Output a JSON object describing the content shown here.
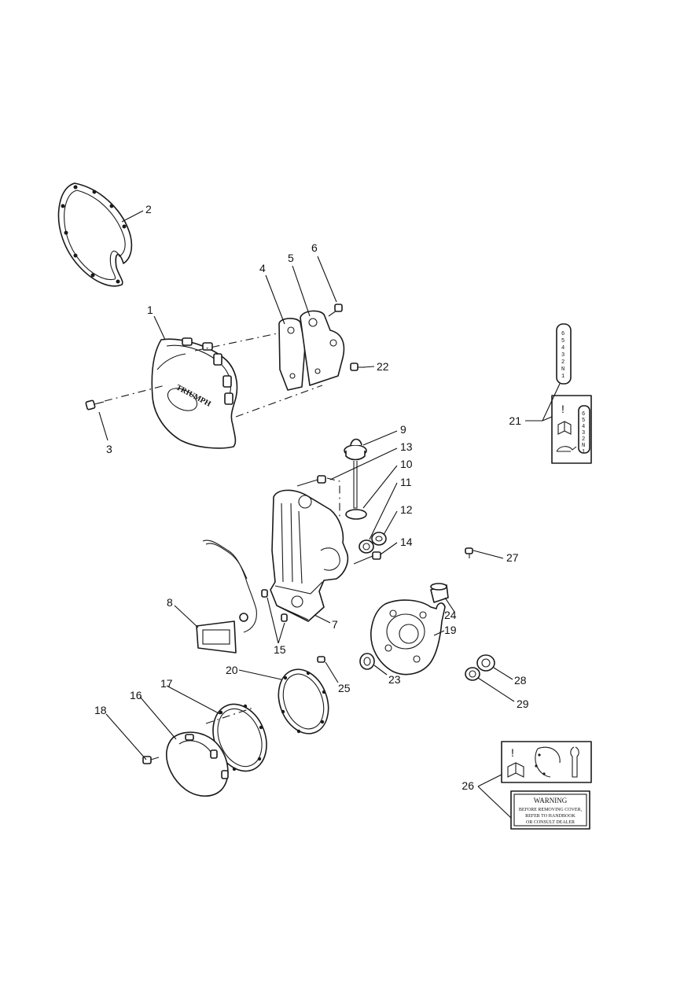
{
  "labels": [
    "1",
    "2",
    "3",
    "4",
    "5",
    "6",
    "7",
    "8",
    "9",
    "10",
    "11",
    "12",
    "13",
    "14",
    "15",
    "16",
    "17",
    "18",
    "19",
    "20",
    "21",
    "22",
    "23",
    "24",
    "25",
    "26",
    "27",
    "28",
    "29"
  ],
  "logo_text": "TRIUMPH",
  "gear_indicator": [
    "6",
    "5",
    "4",
    "3",
    "2",
    "N",
    "1"
  ],
  "warning_label": {
    "title": "WARNING",
    "line1": "BEFORE REMOVING COVER,",
    "line2": "REFER TO HANDBOOK",
    "line3": "OR CONSULT DEALER"
  }
}
